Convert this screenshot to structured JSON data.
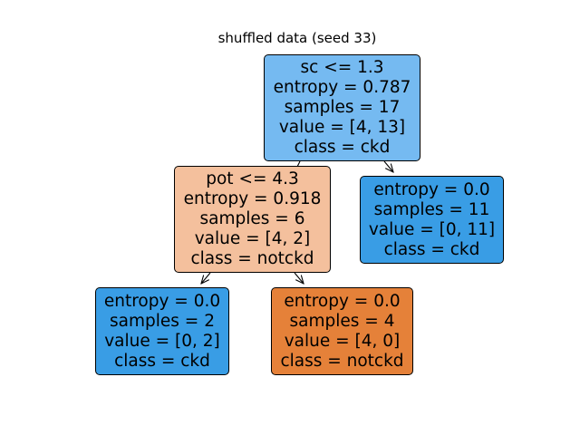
{
  "title": "shuffled data (seed 33)",
  "colors": {
    "root": "#75baf1",
    "left": "#f4c09d",
    "right": "#399de5",
    "left_left": "#399de5",
    "left_right": "#e58139",
    "edge": "#000000"
  },
  "nodes": {
    "root": {
      "split": "sc <= 1.3",
      "entropy": "entropy = 0.787",
      "samples": "samples = 17",
      "value": "value = [4, 13]",
      "class": "class = ckd"
    },
    "left": {
      "split": "pot <= 4.3",
      "entropy": "entropy = 0.918",
      "samples": "samples = 6",
      "value": "value = [4, 2]",
      "class": "class = notckd"
    },
    "right": {
      "entropy": "entropy = 0.0",
      "samples": "samples = 11",
      "value": "value = [0, 11]",
      "class": "class = ckd"
    },
    "left_left": {
      "entropy": "entropy = 0.0",
      "samples": "samples = 2",
      "value": "value = [0, 2]",
      "class": "class = ckd"
    },
    "left_right": {
      "entropy": "entropy = 0.0",
      "samples": "samples = 4",
      "value": "value = [4, 0]",
      "class": "class = notckd"
    }
  }
}
